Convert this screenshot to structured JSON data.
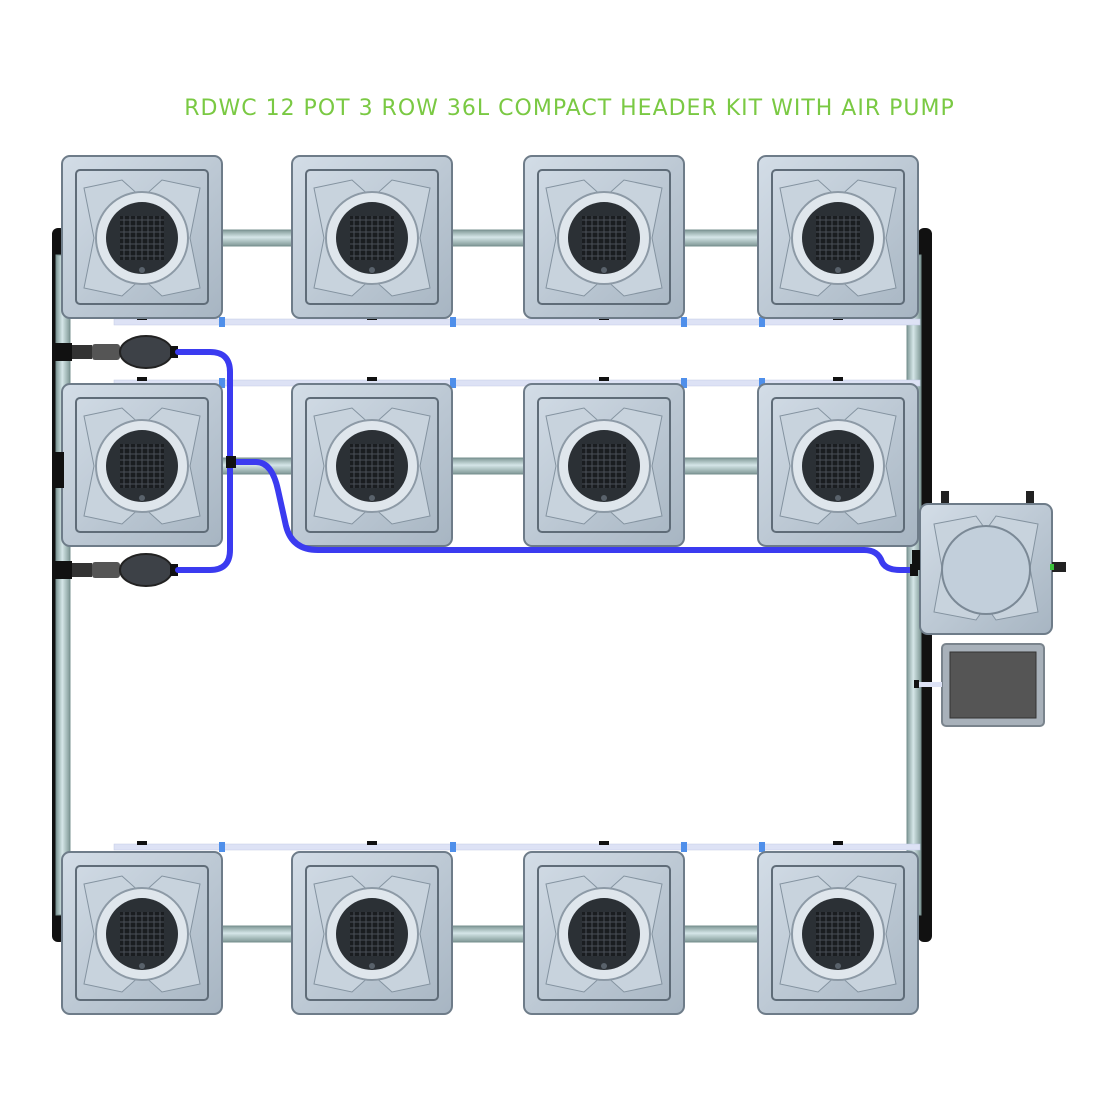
{
  "title": "RDWC 12 POT 3 ROW 36L COMPACT HEADER KIT WITH AIR PUMP",
  "colors": {
    "title": "#7ac943",
    "pot_body": "#b9c6d2",
    "pot_edge": "#6e7c89",
    "basket": "#2b3035",
    "pipe": "#a9c4c9",
    "pipe_edge": "#77908f",
    "air_tube": "#3b3bf0",
    "drain_line": "#dde2f5",
    "connector": "#4f8fea",
    "fitting": "#111111",
    "pump": "#555555",
    "pump_frame": "#a8b1ba"
  },
  "components": {
    "pots": [
      {
        "name": "pot",
        "row": 1,
        "col": 1
      },
      {
        "name": "pot",
        "row": 1,
        "col": 2
      },
      {
        "name": "pot",
        "row": 1,
        "col": 3
      },
      {
        "name": "pot",
        "row": 1,
        "col": 4
      },
      {
        "name": "pot",
        "row": 2,
        "col": 1
      },
      {
        "name": "pot",
        "row": 2,
        "col": 2
      },
      {
        "name": "pot",
        "row": 2,
        "col": 3
      },
      {
        "name": "pot",
        "row": 2,
        "col": 4
      },
      {
        "name": "pot",
        "row": 3,
        "col": 1
      },
      {
        "name": "pot",
        "row": 3,
        "col": 2
      },
      {
        "name": "pot",
        "row": 3,
        "col": 3
      },
      {
        "name": "pot",
        "row": 3,
        "col": 4
      }
    ],
    "header_tank": {
      "name": "header-tank"
    },
    "air_pump": {
      "name": "air-pump"
    },
    "inline_pumps": [
      {
        "name": "inline-pump"
      },
      {
        "name": "inline-pump"
      }
    ]
  }
}
